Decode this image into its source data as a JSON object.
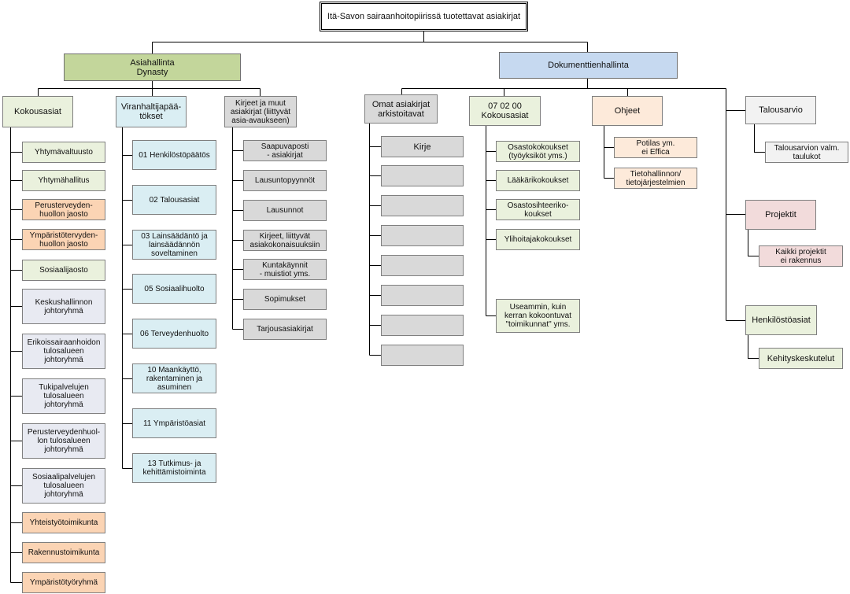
{
  "title": "Itä-Savon sairaanhoitopiirissä tuotettavat asiakirjat",
  "branches": {
    "asiahallinta": "Asiahallinta\nDynasty",
    "dokumentinhallinta": "Dokumenttienhallinta"
  },
  "columns": {
    "kokousasiat": {
      "header": "Kokousasiat",
      "items": [
        "Yhtymävaltuusto",
        "Yhtymähallitus",
        "Perusterveyden-\nhuollon jaosto",
        "Ympäristötervyden-\nhuollon jaosto",
        "Sosiaalijaosto",
        "Keskushallinnon\njohtoryhmä",
        "Erikoissairaanhoidon\ntulosalueen\njohtoryhmä",
        "Tukipalvelujen\ntulosalueen\njohtoryhmä",
        "Perusterveydenhuol-\nlon tulosalueen\njohtoryhmä",
        "Sosiaalipalvelujen\ntulosalueen\njohtoryhmä",
        "Yhteistyötoimikunta",
        "Rakennustoimikunta",
        "Ympäristötyöryhmä"
      ]
    },
    "viranhaltija": {
      "header": "Viranhaltijapää-\ntökset",
      "items": [
        "01 Henkilöstöpäätös",
        "02 Talousasiat",
        "03 Lainsäädäntö ja\nlainsäädännön\nsoveltaminen",
        "05 Sosiaalihuolto",
        "06 Terveydenhuolto",
        "10 Maankäyttö,\nrakentaminen ja\nasuminen",
        "11 Ympäristöasiat",
        "13 Tutkimus- ja\nkehittämistoiminta"
      ]
    },
    "kirjeet": {
      "header": "Kirjeet ja muut\nasiakirjat (liittyvät\nasia-avaukseen)",
      "items": [
        "Saapuvaposti\n- asiakirjat",
        "Lausuntopyynnöt",
        "Lausunnot",
        "Kirjeet, liittyvät\nasiakokonaisuuksiin",
        "Kuntakäynnit\n- muistiot yms.",
        "Sopimukset",
        "Tarjousasiakirjat"
      ]
    },
    "omat": {
      "header": "Omat asiakirjat\narkistoitavat",
      "items": [
        "Kirje",
        "",
        "",
        "",
        "",
        "",
        "",
        ""
      ]
    },
    "kokousasiat2": {
      "header": "07 02 00\nKokousasiat",
      "items": [
        "Osastokokoukset\n(työyksiköt yms.)",
        "Lääkärikokoukset",
        "Osastosihteeriko-\nkoukset",
        "Ylihoitajakokoukset",
        "Useammin, kuin\nkerran kokoontuvat\n\"toimikunnat\" yms."
      ]
    },
    "ohjeet": {
      "header": "Ohjeet",
      "items": [
        "Potilas ym.\nei Effica",
        "Tietohallinnon/\ntietojärjestelmien"
      ]
    },
    "talousarvio": {
      "header": "Talousarvio",
      "items": [
        "Talousarvion valm.\ntaulukot"
      ]
    },
    "projektit": {
      "header": "Projektit",
      "items": [
        "Kaikki projektit\nei rakennus"
      ]
    },
    "henkilosto": {
      "header": "Henkilöstöasiat",
      "items": [
        "Kehityskeskutelut"
      ]
    }
  },
  "colors": {
    "green": "#eaf1dd",
    "green_dark": "#c3d69b",
    "blue": "#daeef3",
    "blue_dark": "#c6d9f0",
    "grey": "#d9d9d9",
    "orange": "#fbd4b4",
    "peach": "#fdeada",
    "pink": "#f2dbdb"
  }
}
